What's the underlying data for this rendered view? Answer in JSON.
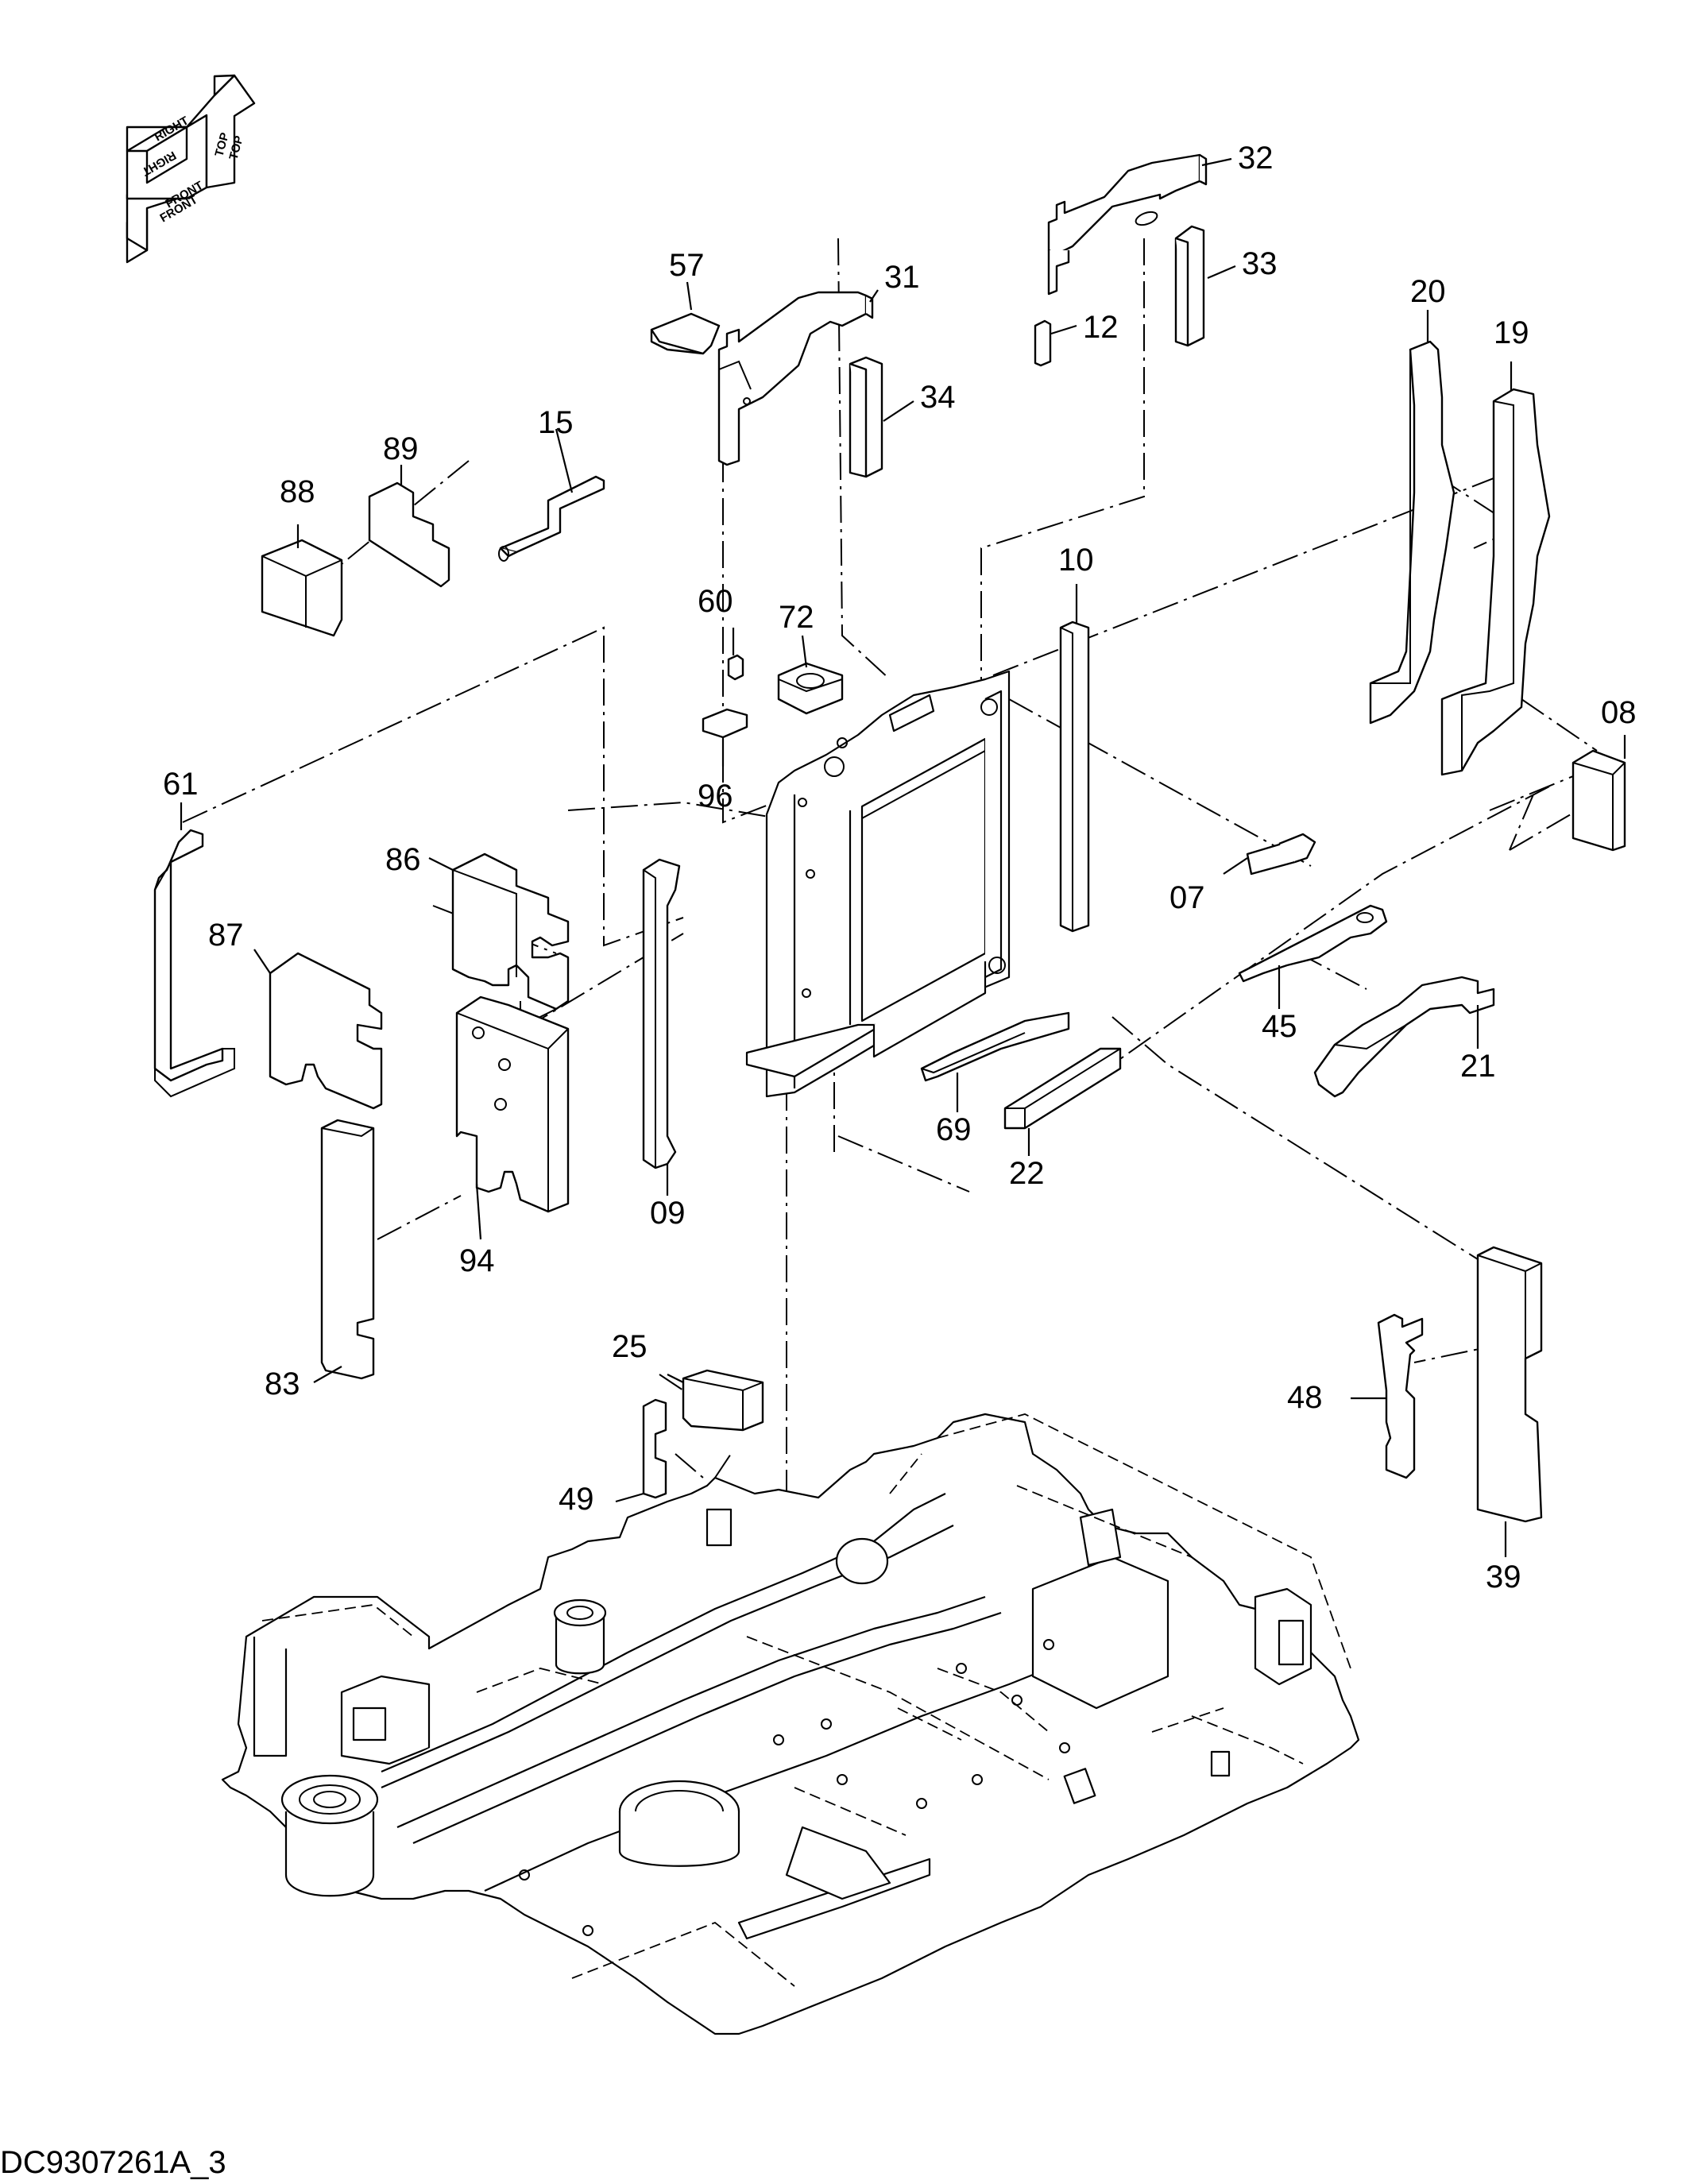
{
  "diagram": {
    "drawing_code": "DC9307261A_3",
    "orientation_labels": {
      "top_a": "TOP",
      "top_b": "TOP",
      "right_a": "RIGHT",
      "right_b": "RIGHT",
      "front_a": "FRONT",
      "front_b": "FRONT"
    },
    "callouts": {
      "p32": "32",
      "p33": "33",
      "p12": "12",
      "p57": "57",
      "p31": "31",
      "p34": "34",
      "p20": "20",
      "p19": "19",
      "p89": "89",
      "p15": "15",
      "p88": "88",
      "p10": "10",
      "p60": "60",
      "p72": "72",
      "p08": "08",
      "p96": "96",
      "p61": "61",
      "p86": "86",
      "p07": "07",
      "p87": "87",
      "p45": "45",
      "p21": "21",
      "p69": "69",
      "p22": "22",
      "p09": "09",
      "p94": "94",
      "p83": "83",
      "p25": "25",
      "p48": "48",
      "p49": "49",
      "p39": "39"
    }
  }
}
